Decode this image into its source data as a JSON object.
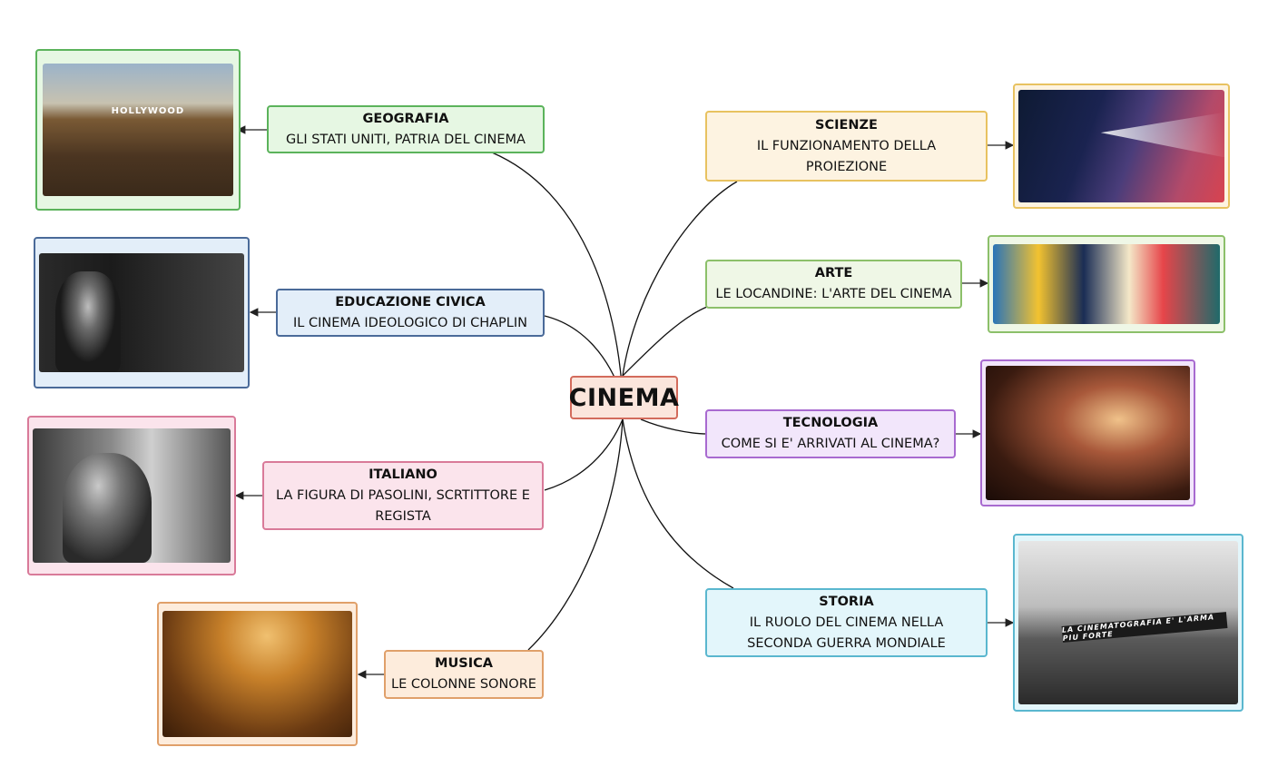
{
  "center": {
    "label": "CINEMA"
  },
  "branches": [
    {
      "id": "geografia",
      "title": "GEOGRAFIA",
      "text": "GLI STATI UNITI, PATRIA DEL CINEMA",
      "border": "#5bb35b",
      "fill": "#e6f7e3",
      "image": "hollywood-hills-photo"
    },
    {
      "id": "educazione-civica",
      "title": "EDUCAZIONE CIVICA",
      "text": "IL CINEMA IDEOLOGICO DI CHAPLIN",
      "border": "#4a6a99",
      "fill": "#e3eef9",
      "image": "chaplin-photo"
    },
    {
      "id": "italiano",
      "title": "ITALIANO",
      "text": "LA FIGURA DI PASOLINI, SCRTITTORE E REGISTA",
      "border": "#d97a99",
      "fill": "#fbe4ec",
      "image": "pasolini-camera-photo"
    },
    {
      "id": "musica",
      "title": "MUSICA",
      "text": "LE COLONNE SONORE",
      "border": "#e0a06a",
      "fill": "#fdecdc",
      "image": "orchestra-photo"
    },
    {
      "id": "scienze",
      "title": "SCIENZE",
      "text": "IL FUNZIONAMENTO DELLA PROIEZIONE",
      "border": "#e8c260",
      "fill": "#fdf3e1",
      "image": "film-projector-photo"
    },
    {
      "id": "arte",
      "title": "ARTE",
      "text": "LE LOCANDINE: L'ARTE DEL CINEMA",
      "border": "#8cc06a",
      "fill": "#eff7e6",
      "image": "cinema-poster-art"
    },
    {
      "id": "tecnologia",
      "title": "TECNOLOGIA",
      "text": "COME SI E' ARRIVATI AL CINEMA?",
      "border": "#a86ad0",
      "fill": "#f2e6fb",
      "image": "shadow-puppet-photo"
    },
    {
      "id": "storia",
      "title": "STORIA",
      "text": "IL RUOLO DEL CINEMA NELLA SECONDA GUERRA MONDIALE",
      "border": "#5ab7cf",
      "fill": "#e3f6fb",
      "image": "propaganda-rally-photo",
      "image_caption": "LA CINEMATOGRAFIA E' L'ARMA PIU FORTE"
    }
  ],
  "image_captions": {
    "hollywood": "HOLLYWOOD"
  }
}
